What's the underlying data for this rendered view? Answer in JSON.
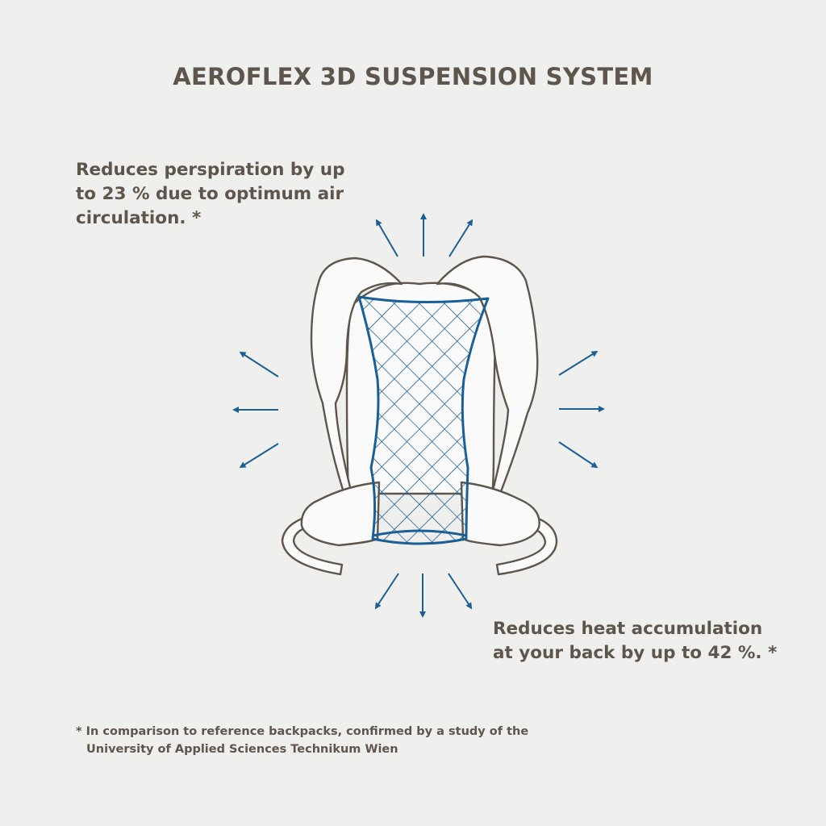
{
  "title": "AEROFLEX 3D SUSPENSION SYSTEM",
  "callouts": {
    "perspiration": {
      "lines": [
        "Reduces perspiration by up",
        "to 23 % due to optimum air",
        "circulation. *"
      ]
    },
    "heat": {
      "lines": [
        "Reduces heat accumulation",
        "at your back by up to 42 %. *"
      ]
    }
  },
  "footnote": {
    "lines": [
      "* In comparison to reference backpacks, confirmed by a study of the",
      "University of Applied Sciences Technikum Wien"
    ]
  },
  "colors": {
    "background": "#efefee",
    "text": "#5e564c",
    "outline": "#5e564c",
    "accent_blue": "#1a5f96",
    "fill_white": "#fafafa"
  },
  "icons": [
    "airflow-arrow-icon",
    "backpack-back-panel-illustration",
    "mesh-panel"
  ]
}
